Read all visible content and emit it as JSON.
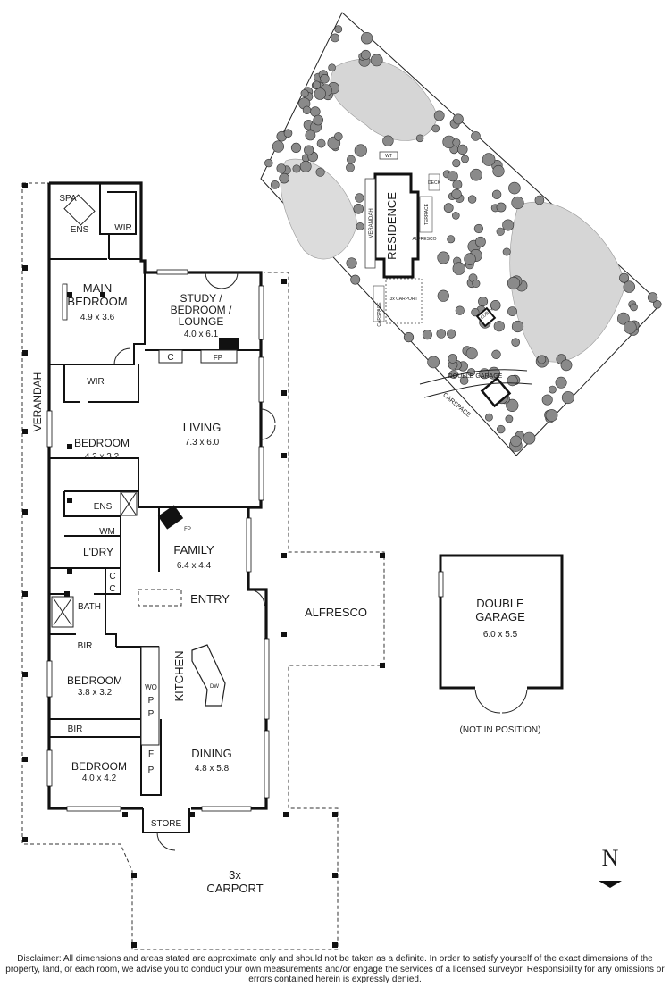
{
  "site_plan": {
    "labels": {
      "residence": "RESIDENCE",
      "verandah": "VERANDAH",
      "terrace": "TERRACE",
      "deck": "DECK",
      "alfresco": "ALFRESCO",
      "carport": "3x CARPORT",
      "carspace_top": "CARSPACE",
      "cubby": "CUBBY",
      "double_garage": "DOUBLE GARAGE",
      "carspace_bottom": "CARSPACE",
      "wt": "WT"
    }
  },
  "floor_plan": {
    "rooms": {
      "spa": "SPA",
      "ens_main": "ENS",
      "wir_main": "WIR",
      "main_bedroom": {
        "name": "MAIN\nBEDROOM",
        "dims": "4.9 x 3.6"
      },
      "study": {
        "name": "STUDY /\nBEDROOM /\nLOUNGE",
        "dims": "4.0 x 6.1"
      },
      "study_c": "C",
      "study_fp": "FP",
      "verandah": "VERANDAH",
      "wir_2": "WIR",
      "bedroom_2": {
        "name": "BEDROOM",
        "dims": "4.2 x 3.2"
      },
      "living": {
        "name": "LIVING",
        "dims": "7.3 x 6.0"
      },
      "ens_2": "ENS",
      "wm": "WM",
      "ldry": "L'DRY",
      "c1": "C",
      "c2": "C",
      "family": {
        "name": "FAMILY",
        "dims": "6.4 x 4.4"
      },
      "family_fp": "FP",
      "entry": "ENTRY",
      "alfresco": "ALFRESCO",
      "bath": "BATH",
      "bir_1": "BIR",
      "bedroom_3": {
        "name": "BEDROOM",
        "dims": "3.8 x 3.2"
      },
      "kitchen": "KITCHEN",
      "dw": "DW",
      "wo": "WO",
      "p1": "P",
      "p2": "P",
      "f": "F",
      "p3": "P",
      "bir_2": "BIR",
      "bedroom_4": {
        "name": "BEDROOM",
        "dims": "4.0 x 4.2"
      },
      "dining": {
        "name": "DINING",
        "dims": "4.8 x 5.8"
      },
      "store": "STORE",
      "carport": {
        "name": "3x\nCARPORT"
      }
    }
  },
  "garage": {
    "name": "DOUBLE\nGARAGE",
    "dims": "6.0 x 5.5",
    "note": "(NOT IN POSITION)"
  },
  "north": {
    "label": "N"
  },
  "disclaimer": "Disclaimer: All dimensions and areas stated are approximate only and should not be taken as a definite. In order to satisfy yourself of the exact dimensions of the property, land, or each room, we advise you to conduct your own measurements and/or engage the services of a licensed surveyor. Responsibility for any omissions or errors contained herein is expressly denied."
}
